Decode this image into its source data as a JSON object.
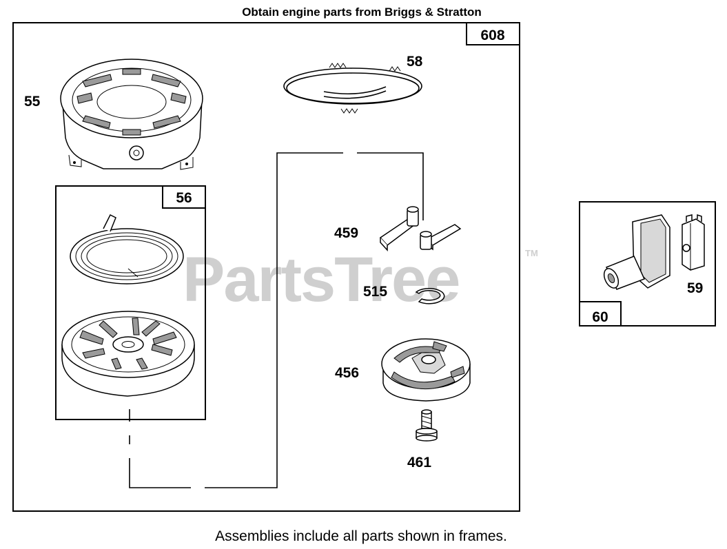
{
  "header": {
    "title": "Obtain engine parts from Briggs & Stratton"
  },
  "footer": {
    "note": "Assemblies include all parts shown in frames."
  },
  "watermark": {
    "text": "PartsTree",
    "tm": "TM"
  },
  "frames": {
    "main": {
      "label": "608"
    },
    "pulley_assembly": {
      "label": "56"
    },
    "handle_assembly": {
      "label": "60"
    }
  },
  "parts": {
    "housing": {
      "callout": "55"
    },
    "rope": {
      "callout": "58"
    },
    "pawl": {
      "callout": "459"
    },
    "retainer_ring": {
      "callout": "515"
    },
    "cam": {
      "callout": "456"
    },
    "screw": {
      "callout": "461"
    },
    "insert": {
      "callout": "59"
    }
  }
}
